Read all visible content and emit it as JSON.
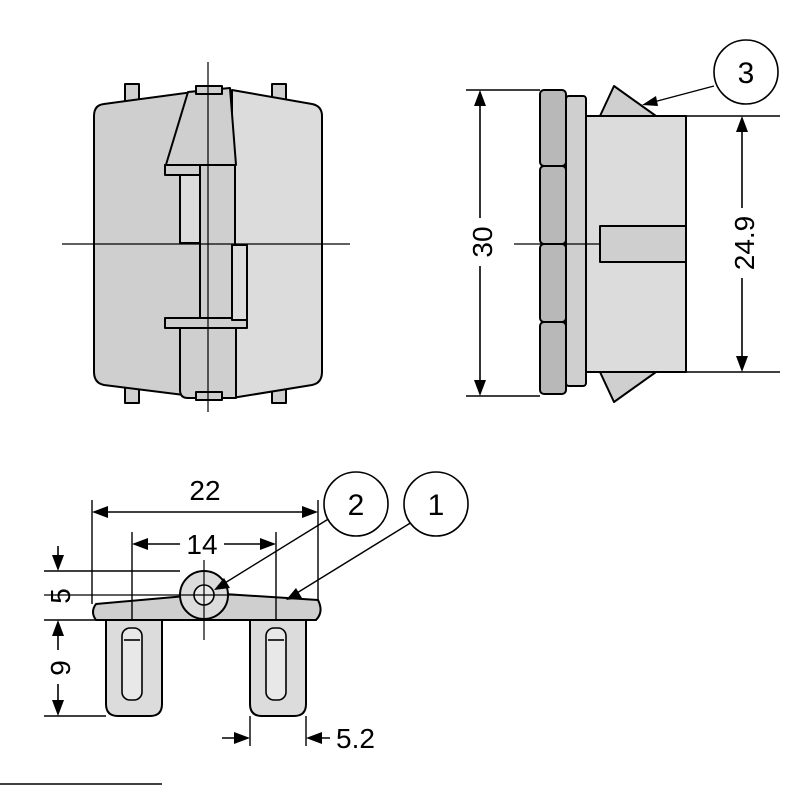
{
  "dimensions": {
    "width_overall": "22",
    "pin_spacing": "14",
    "knuckle_height": "5",
    "pin_length": "9",
    "pin_width": "5.2",
    "height_overall": "30",
    "height_body": "24.9"
  },
  "callouts": [
    "1",
    "2",
    "3"
  ]
}
